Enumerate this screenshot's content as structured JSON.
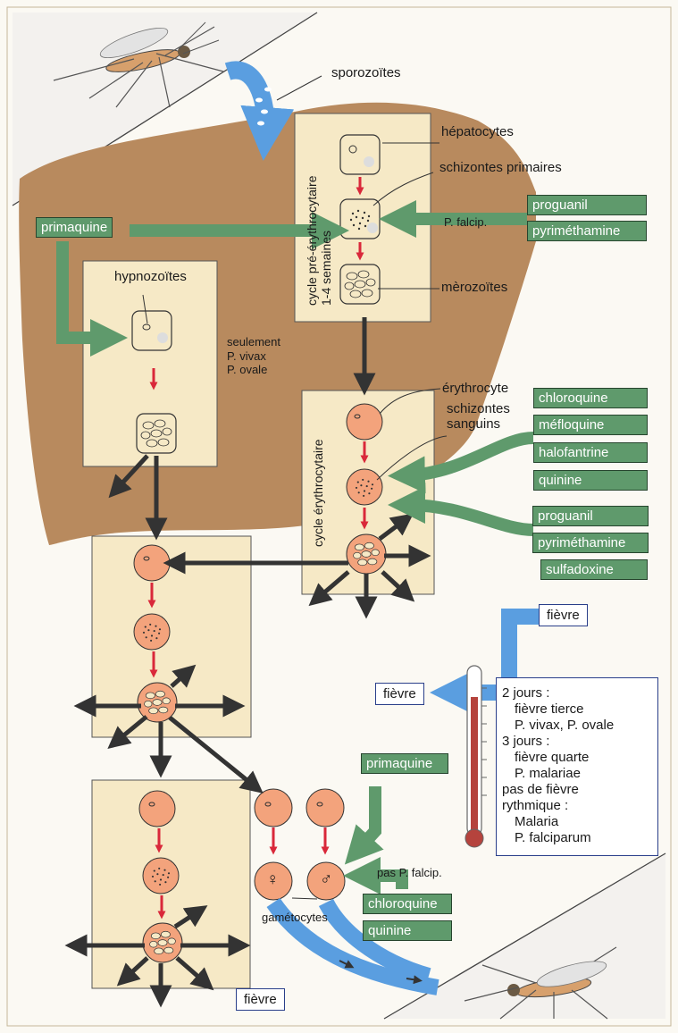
{
  "labels": {
    "sporozoites": "sporozoïtes",
    "hepatocytes": "hépatocytes",
    "schizontes_primaires": "schizontes primaires",
    "merozoites": "mèrozoïtes",
    "hypnozoites": "hypnozoïtes",
    "seulement": [
      "seulement",
      "P. vivax",
      "P. ovale"
    ],
    "erythrocyte": "érythrocyte",
    "schizontes_sanguins": [
      "schizontes",
      "sanguins"
    ],
    "p_falcip": "P. falcip.",
    "pas_p_falcip": "pas P. falcip.",
    "gametocytes": "gamétocytes",
    "female_symbol": "♀",
    "male_symbol": "♂"
  },
  "cycle_labels": {
    "pre_erythro": [
      "cycle pré-érythrocytaire",
      "1-4 semaines"
    ],
    "erythro": "cycle érythrocytaire"
  },
  "drugs": {
    "primaquine_liver": "primaquine",
    "proguanil_liver": "proguanil",
    "pyrimethamine_liver": "pyriméthamine",
    "chloroquine_blood": "chloroquine",
    "mefloquine": "méfloquine",
    "halofantrine": "halofantrine",
    "quinine_blood": "quinine",
    "proguanil_blood": "proguanil",
    "pyrimethamine_blood": "pyriméthamine",
    "sulfadoxine": "sulfadoxine",
    "primaquine_gameto": "primaquine",
    "chloroquine_gameto": "chloroquine",
    "quinine_gameto": "quinine"
  },
  "fever": {
    "box_top": "fièvre",
    "box_thermo": "fièvre",
    "box_bottom": "fièvre"
  },
  "info_lines": [
    {
      "text": "2 jours :",
      "indent": false
    },
    {
      "text": "fièvre tierce",
      "indent": true
    },
    {
      "text": "P. vivax, P. ovale",
      "indent": true
    },
    {
      "text": "3 jours :",
      "indent": false
    },
    {
      "text": "fièvre quarte",
      "indent": true
    },
    {
      "text": "P. malariae",
      "indent": true
    },
    {
      "text": "pas de fièvre",
      "indent": false
    },
    {
      "text": "rythmique :",
      "indent": false
    },
    {
      "text": "Malaria",
      "indent": true
    },
    {
      "text": "P. falciparum",
      "indent": true
    }
  ],
  "colors": {
    "liver": "#b88a5e",
    "panel": "#f6e9c6",
    "drug": "#5f9a6c",
    "blue_arrow": "#5a9ee0",
    "cell": "#f3a37c",
    "dark_arrow": "#333333",
    "red_arrow": "#d9283a"
  }
}
